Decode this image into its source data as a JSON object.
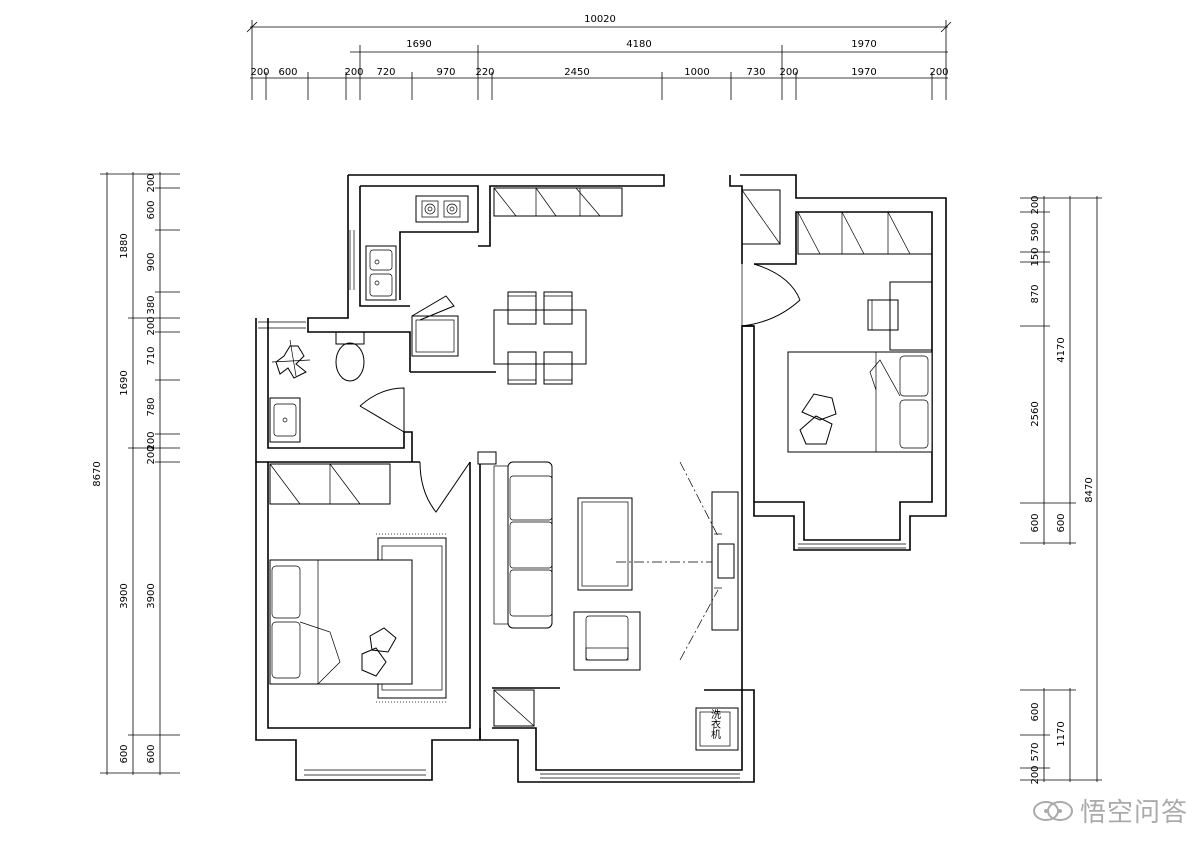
{
  "dimensions": {
    "top": {
      "total": "10020",
      "tier2": [
        "1690",
        "4180",
        "1970"
      ],
      "tier3": [
        "200",
        "600",
        "200",
        "720",
        "970",
        "220",
        "2450",
        "1000",
        "730",
        "200",
        "1970",
        "200"
      ]
    },
    "left": {
      "total": "8670",
      "tier2": [
        "1880",
        "1690",
        "3900",
        "600"
      ],
      "tier3": [
        "200",
        "600",
        "900",
        "380",
        "200",
        "710",
        "780",
        "200",
        "200",
        "3900",
        "600"
      ]
    },
    "right": {
      "total": "8470",
      "tier2": [
        "4170",
        "600"
      ],
      "tier3": [
        "200",
        "590",
        "150",
        "870",
        "2560",
        "600"
      ]
    },
    "right_lower": {
      "tier2": [
        "1170"
      ],
      "tier3": [
        "600",
        "570",
        "200"
      ]
    }
  },
  "labels": {
    "washer": "洗衣机"
  },
  "watermark": {
    "text": "悟空问答",
    "icon": "chat-bubbles-icon"
  }
}
